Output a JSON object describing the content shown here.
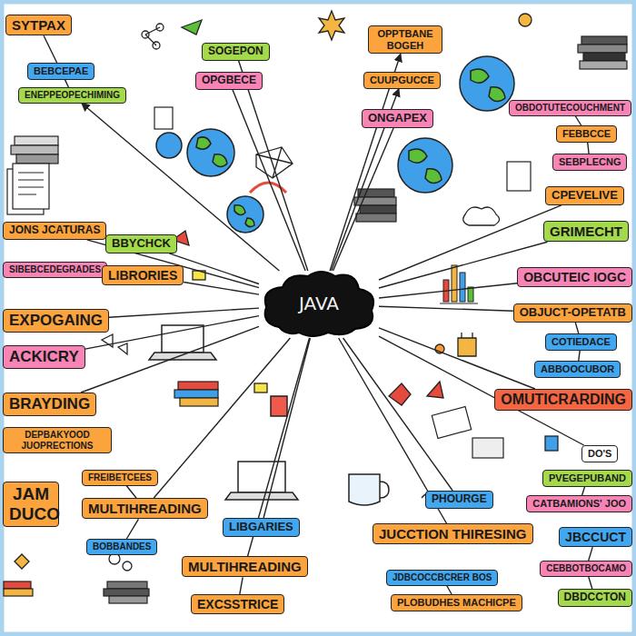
{
  "diagram": {
    "nodes": [
      {
        "text": [
          "JAVA"
        ]
      },
      {
        "text": [
          "SYTPAX"
        ]
      },
      {
        "text": [
          "BEBCEPAE"
        ]
      },
      {
        "text": [
          "ENEPPEOPECHIMING"
        ]
      },
      {
        "text": [
          "SOGEPON"
        ]
      },
      {
        "text": [
          "OPGBECE"
        ]
      },
      {
        "text": [
          "OPPTBANE BOGEH"
        ]
      },
      {
        "text": [
          "CUUPGUCCE"
        ]
      },
      {
        "text": [
          "ONGAPEX"
        ]
      },
      {
        "text": [
          "OBDOTUTECOUCHMENT"
        ]
      },
      {
        "text": [
          "FEBBCCE"
        ]
      },
      {
        "text": [
          "SEBPLECNG"
        ]
      },
      {
        "text": [
          "CPEVELIVE"
        ]
      },
      {
        "text": [
          "JONS JCATURAS"
        ]
      },
      {
        "text": [
          "BBYCHCK"
        ]
      },
      {
        "text": [
          "GRIMECHT"
        ]
      },
      {
        "text": [
          "SIBEBCEDEGRADES"
        ]
      },
      {
        "text": [
          "LIBRORIES"
        ]
      },
      {
        "text": [
          "OBCUTEIC IOGC"
        ]
      },
      {
        "text": [
          "EXPOGAING"
        ]
      },
      {
        "text": [
          "OBJUCT-OPETATB"
        ]
      },
      {
        "text": [
          "COTIEDACE"
        ]
      },
      {
        "text": [
          "ACKICRY"
        ]
      },
      {
        "text": [
          "ABBOOCUBOR"
        ]
      },
      {
        "text": [
          "BRAYDING"
        ]
      },
      {
        "text": [
          "OMUTICRARDING"
        ]
      },
      {
        "text": [
          "DEPBAKYOOD JUOPRECTIONS"
        ]
      },
      {
        "text": [
          "DO'S"
        ]
      },
      {
        "text": [
          "FREIBETCEES"
        ]
      },
      {
        "text": [
          "PVEGEPUBAND"
        ]
      },
      {
        "text": [
          "JAM DUCO"
        ]
      },
      {
        "text": [
          "PHOURGE"
        ]
      },
      {
        "text": [
          "CATBAMIONS' JOO"
        ]
      },
      {
        "text": [
          "MULTIHREADING"
        ]
      },
      {
        "text": [
          "LIBGARIES"
        ]
      },
      {
        "text": [
          "JUCCTION THIRESING"
        ]
      },
      {
        "text": [
          "JBCCUCT"
        ]
      },
      {
        "text": [
          "BOBBANDES"
        ]
      },
      {
        "text": [
          "MULTIHREADING"
        ]
      },
      {
        "text": [
          "CEBBOTBOCAMO"
        ]
      },
      {
        "text": [
          "JDBCOCCBCRER BOS"
        ]
      },
      {
        "text": [
          "DBDCCTON"
        ]
      },
      {
        "text": [
          "PLOBUDHES MACHICPE"
        ]
      },
      {
        "text": [
          "EXCSSTRICE"
        ]
      }
    ],
    "edges": [
      {
        "from": 0,
        "to": 14,
        "arrow": "none"
      },
      {
        "from": 0,
        "to": 17,
        "arrow": "none"
      },
      {
        "from": 0,
        "to": 4,
        "arrow": "none"
      },
      {
        "from": 0,
        "to": 5,
        "arrow": "none"
      },
      {
        "from": 0,
        "to": 7,
        "arrow": "to"
      },
      {
        "from": 0,
        "to": 6,
        "arrow": "to"
      },
      {
        "from": 0,
        "to": 8,
        "arrow": "none"
      },
      {
        "from": 0,
        "to": 12,
        "arrow": "none"
      },
      {
        "from": 0,
        "to": 15,
        "arrow": "none"
      },
      {
        "from": 0,
        "to": 18,
        "arrow": "none"
      },
      {
        "from": 0,
        "to": 20,
        "arrow": "none"
      },
      {
        "from": 0,
        "to": 25,
        "arrow": "none"
      },
      {
        "from": 0,
        "to": 27,
        "arrow": "none"
      },
      {
        "from": 0,
        "to": 31,
        "arrow": "none"
      },
      {
        "from": 0,
        "to": 35,
        "arrow": "none"
      },
      {
        "from": 0,
        "to": 34,
        "arrow": "none"
      },
      {
        "from": 0,
        "to": 33,
        "arrow": "none"
      },
      {
        "from": 0,
        "to": 38,
        "arrow": "none"
      },
      {
        "from": 0,
        "to": 19,
        "arrow": "none"
      },
      {
        "from": 0,
        "to": 22,
        "arrow": "none"
      },
      {
        "from": 0,
        "to": 24,
        "arrow": "none"
      },
      {
        "from": 0,
        "to": 13,
        "arrow": "none"
      },
      {
        "from": 0,
        "to": 3,
        "arrow": "to"
      },
      {
        "from": 1,
        "to": 2,
        "arrow": "none"
      },
      {
        "from": 2,
        "to": 3,
        "arrow": "none"
      },
      {
        "from": 9,
        "to": 10,
        "arrow": "none"
      },
      {
        "from": 10,
        "to": 11,
        "arrow": "none"
      },
      {
        "from": 20,
        "to": 21,
        "arrow": "none"
      },
      {
        "from": 21,
        "to": 23,
        "arrow": "none"
      },
      {
        "from": 28,
        "to": 33,
        "arrow": "none"
      },
      {
        "from": 33,
        "to": 37,
        "arrow": "none"
      },
      {
        "from": 36,
        "to": 39,
        "arrow": "none"
      },
      {
        "from": 39,
        "to": 41,
        "arrow": "none"
      },
      {
        "from": 40,
        "to": 42,
        "arrow": "none"
      },
      {
        "from": 38,
        "to": 43,
        "arrow": "none"
      },
      {
        "from": 29,
        "to": 32,
        "arrow": "none"
      }
    ]
  }
}
